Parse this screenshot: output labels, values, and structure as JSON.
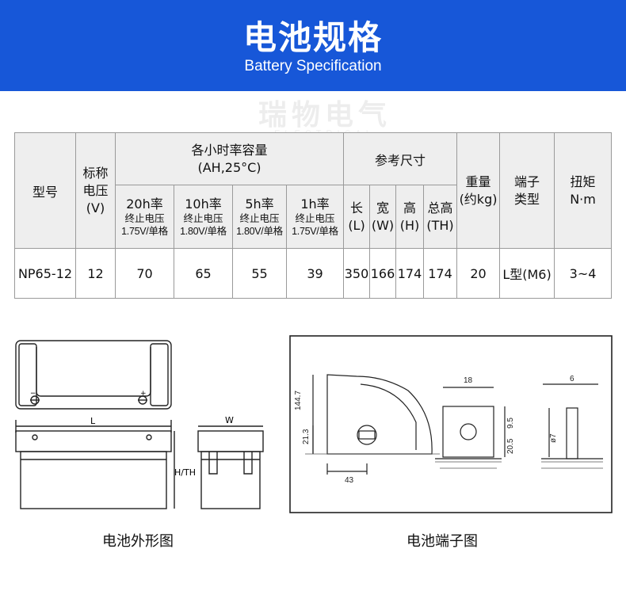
{
  "header": {
    "title": "电池规格",
    "subtitle": "Battery Specification",
    "bg_color": "#1757d8"
  },
  "watermark": {
    "brand": "瑞物电气",
    "sub": "ELECTRICAL"
  },
  "table": {
    "col_model": "型号",
    "col_voltage": [
      "标称",
      "电压",
      "(V)"
    ],
    "col_capacity_group": [
      "各小时率容量",
      "(AH,25°C)"
    ],
    "col_dimension_group": "参考尺寸",
    "col_weight": [
      "重量",
      "(约kg)"
    ],
    "col_terminal": [
      "端子",
      "类型"
    ],
    "col_torque": [
      "扭矩",
      "N·m"
    ],
    "capacity_sub": [
      {
        "rate": "20h率",
        "line1": "终止电压",
        "line2": "1.75V/单格"
      },
      {
        "rate": "10h率",
        "line1": "终止电压",
        "line2": "1.80V/单格"
      },
      {
        "rate": "5h率",
        "line1": "终止电压",
        "line2": "1.80V/单格"
      },
      {
        "rate": "1h率",
        "line1": "终止电压",
        "line2": "1.75V/单格"
      }
    ],
    "dimension_sub": [
      {
        "name": "长",
        "unit": "(L)"
      },
      {
        "name": "宽",
        "unit": "(W)"
      },
      {
        "name": "高",
        "unit": "(H)"
      },
      {
        "name": "总高",
        "unit": "(TH)"
      }
    ],
    "row": {
      "model": "NP65-12",
      "voltage": "12",
      "cap20h": "70",
      "cap10h": "65",
      "cap5h": "55",
      "cap1h": "39",
      "length": "350",
      "width": "166",
      "height": "174",
      "total_height": "174",
      "weight": "20",
      "terminal": "L型(M6)",
      "torque": "3~4"
    }
  },
  "outline_figure": {
    "caption": "电池外形图",
    "label_L": "L",
    "label_W": "W",
    "label_H": "H/TH"
  },
  "terminal_figure": {
    "caption": "电池端子图",
    "dim_1447": "144.7",
    "dim_213": "21.3",
    "dim_43": "43",
    "dim_18": "18",
    "dim_95": "9.5",
    "dim_205": "20.5",
    "dim_6": "6",
    "dim_o7": "ø7"
  }
}
